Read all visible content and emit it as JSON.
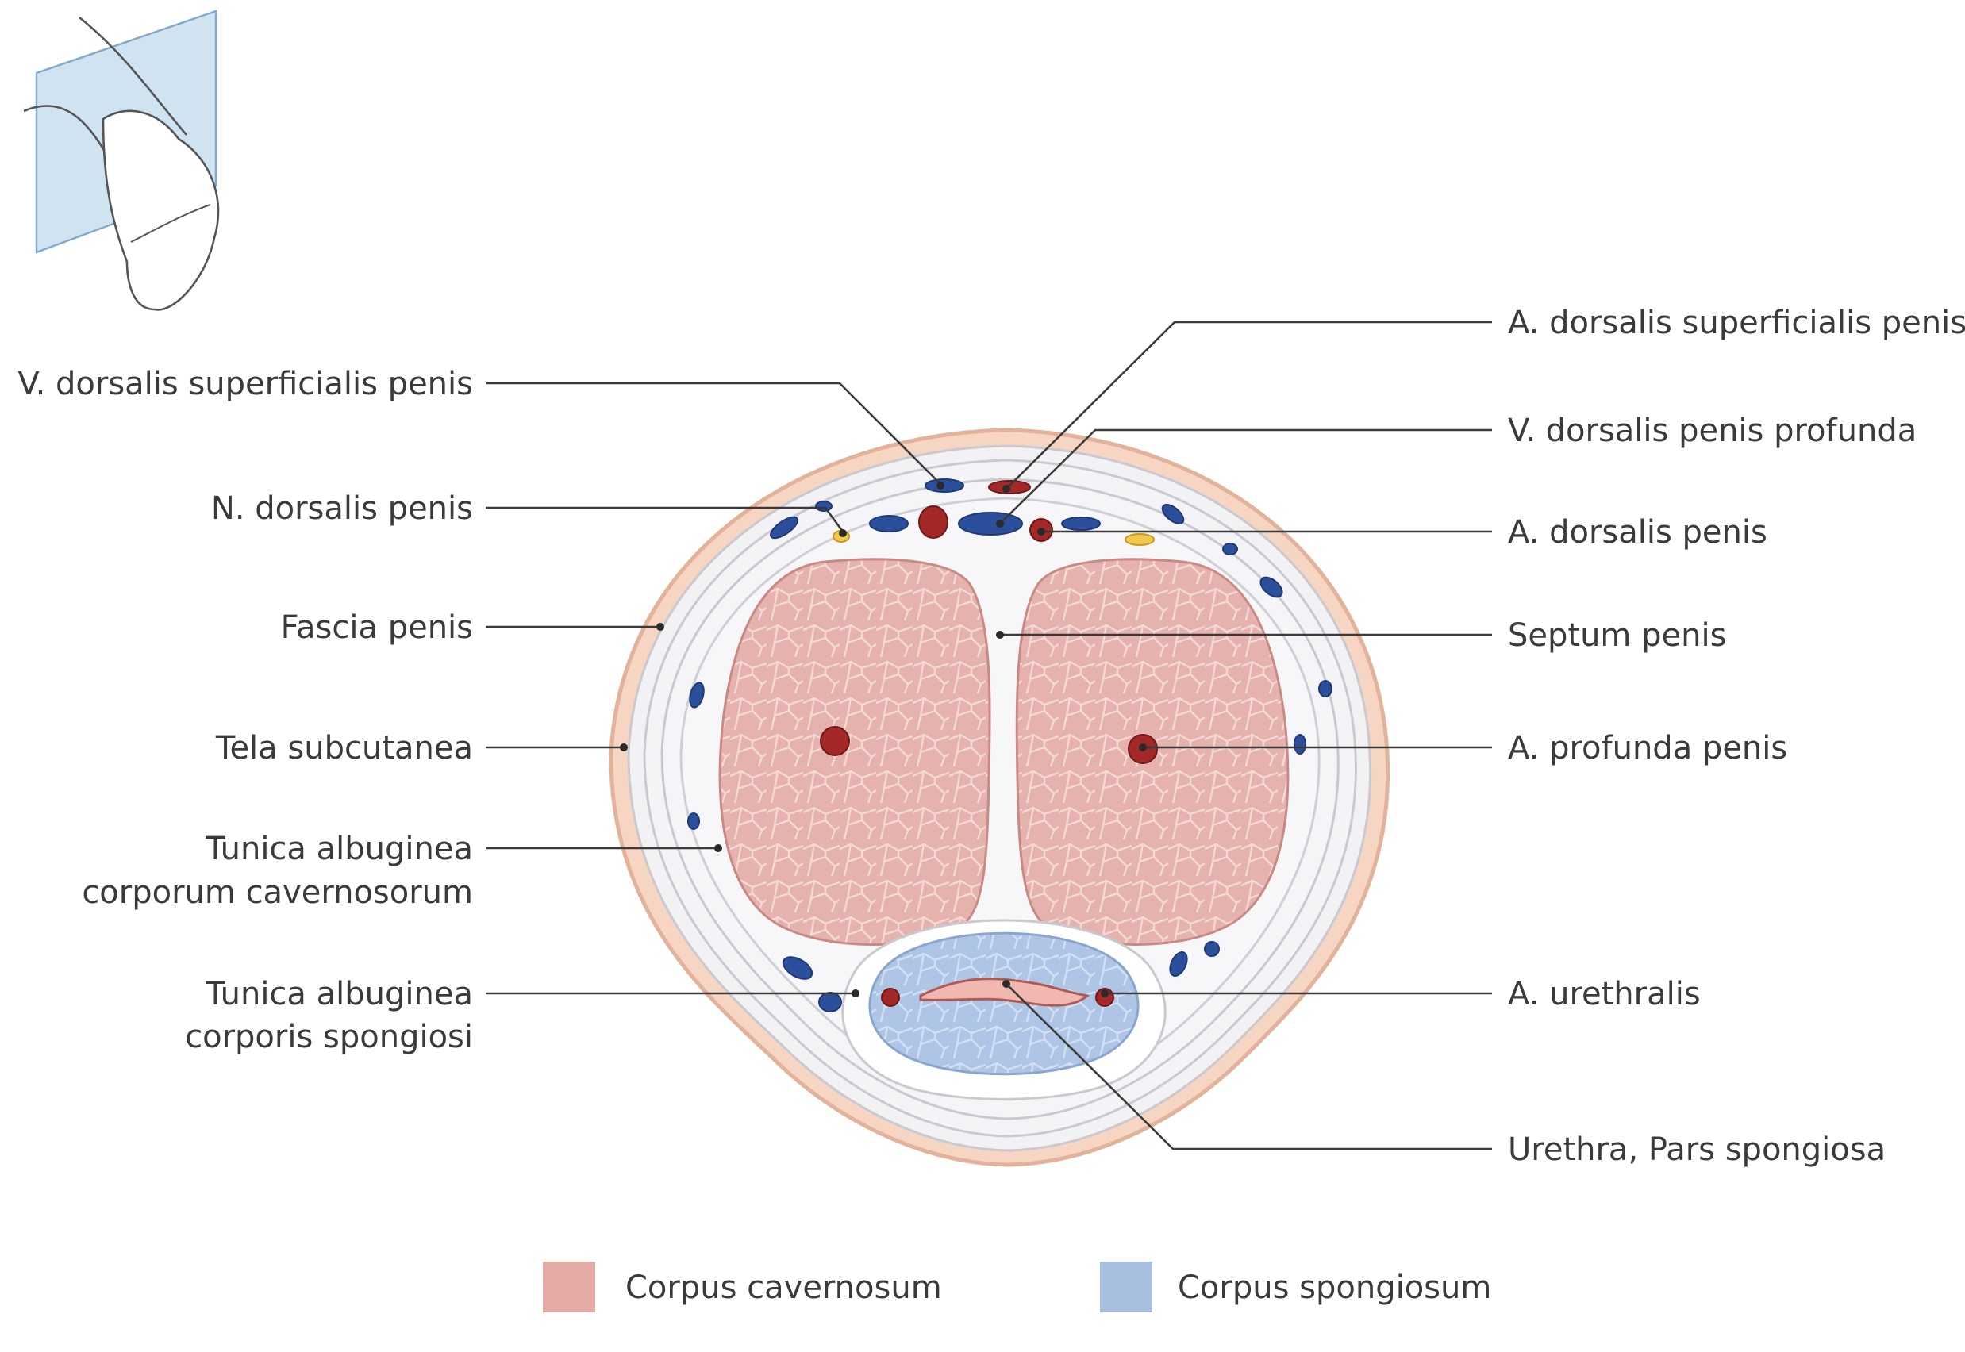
{
  "labels": {
    "left": {
      "v_dorsalis_superficialis": "V. dorsalis superficialis penis",
      "n_dorsalis": "N. dorsalis penis",
      "fascia_penis": "Fascia penis",
      "tela_subcutanea": "Tela subcutanea",
      "tunica_albuginea_cc_1": "Tunica albuginea",
      "tunica_albuginea_cc_2": "corporum cavernosorum",
      "tunica_albuginea_cs_1": "Tunica albuginea",
      "tunica_albuginea_cs_2": "corporis spongiosi"
    },
    "right": {
      "a_dorsalis_superficialis": "A. dorsalis superficialis penis",
      "v_dorsalis_profunda": "V. dorsalis penis profunda",
      "a_dorsalis": "A. dorsalis penis",
      "septum_penis": "Septum penis",
      "a_profunda": "A. profunda penis",
      "a_urethralis": "A. urethralis",
      "urethra": "Urethra, Pars spongiosa"
    }
  },
  "legend": [
    {
      "label": "Corpus cavernosum",
      "color": "#e3aaa6"
    },
    {
      "label": "Corpus spongiosum",
      "color": "#a8bfe0"
    }
  ],
  "colors": {
    "skin": "#f6d6c3",
    "skin_edge": "#e2b29a",
    "fascia": "#f1f1f3",
    "cavernosum": "#e3aaa6",
    "spongiosum": "#a8bfe0",
    "vein": "#2c4f9b",
    "artery": "#a52828",
    "nerve": "#f2c94c",
    "plane": "#cfe3f1"
  }
}
